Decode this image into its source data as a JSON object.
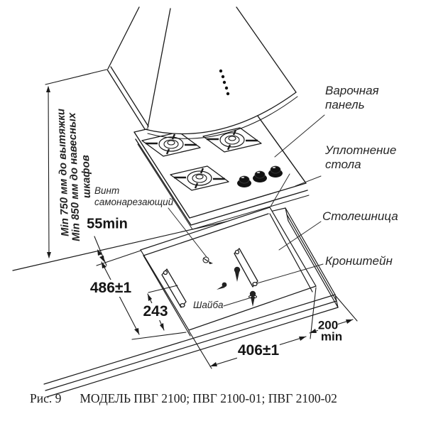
{
  "figure": {
    "caption_prefix": "Рис. 9",
    "caption_text": "МОДЕЛЬ ПВГ 2100; ПВГ 2100-01; ПВГ 2100-02"
  },
  "labels": {
    "hob_panel": "Варочная\nпанель",
    "table_seal": "Уплотнение\nстола",
    "countertop": "Столешница",
    "bracket": "Кронштейн",
    "self_tapping_screw": "Винт\nсамонарезающий",
    "washer": "Шайба"
  },
  "dimensions": {
    "hood_clearance": "Min 750 мм до вытяжки",
    "cabinet_clearance": "Min 850 мм до навесных шкафов",
    "back_offset": "55min",
    "cutout_depth": "486±1",
    "bracket_spacing": "243",
    "cutout_width": "406±1",
    "side_clearance_value": "200",
    "side_clearance_unit": "min"
  },
  "colors": {
    "line": "#1a1a1a",
    "background": "#ffffff"
  }
}
